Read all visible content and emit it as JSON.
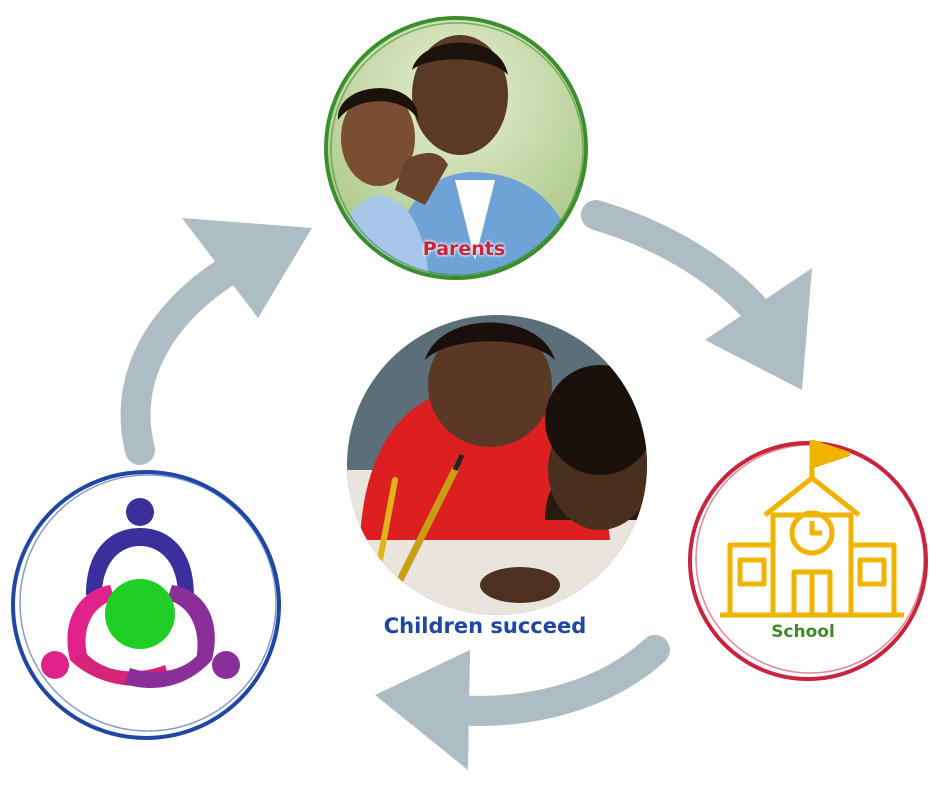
{
  "nodes": {
    "parents": {
      "label": "Parents",
      "ring_color": "#3a8f2c",
      "label_color": "#c8243e",
      "icon": "parents-photo"
    },
    "children": {
      "label": "Children succeed",
      "label_color": "#1f47a3",
      "icon": "children-photo"
    },
    "school": {
      "label": "School",
      "ring_color": "#c8243e",
      "label_color": "#3f8a28",
      "icon_color": "#f0b400",
      "icon": "school-building-icon"
    },
    "community": {
      "ring_color": "#1f47a3",
      "icon": "community-logo-icon"
    }
  },
  "arrows": {
    "color": "#aebcc4"
  }
}
